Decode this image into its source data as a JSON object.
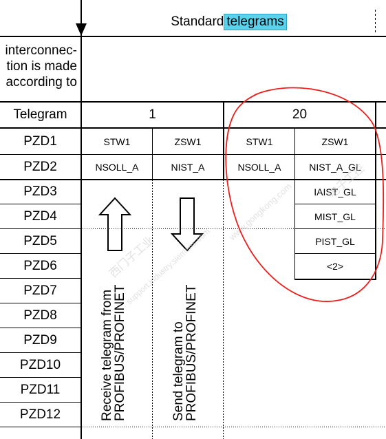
{
  "header": {
    "standard_prefix": "Standard",
    "standard_highlight": "telegrams"
  },
  "intro_lines": [
    "interconnec-",
    "tion is made",
    "according to"
  ],
  "table": {
    "telegram_label": "Telegram",
    "groups": [
      "1",
      "20"
    ],
    "rows": [
      {
        "label": "PZD1",
        "cells": [
          "STW1",
          "ZSW1",
          "STW1",
          "ZSW1"
        ]
      },
      {
        "label": "PZD2",
        "cells": [
          "NSOLL_A",
          "NIST_A",
          "NSOLL_A",
          "NIST_A_GL"
        ]
      },
      {
        "label": "PZD3",
        "cells": [
          "",
          "",
          "",
          "IAIST_GL"
        ]
      },
      {
        "label": "PZD4",
        "cells": [
          "",
          "",
          "",
          "MIST_GL"
        ]
      },
      {
        "label": "PZD5",
        "cells": [
          "",
          "",
          "",
          "PIST_GL"
        ]
      },
      {
        "label": "PZD6",
        "cells": [
          "",
          "",
          "",
          "<2>"
        ]
      },
      {
        "label": "PZD7",
        "cells": [
          "",
          "",
          "",
          ""
        ]
      },
      {
        "label": "PZD8",
        "cells": [
          "",
          "",
          "",
          ""
        ]
      },
      {
        "label": "PZD9",
        "cells": [
          "",
          "",
          "",
          ""
        ]
      },
      {
        "label": "PZD10",
        "cells": [
          "",
          "",
          "",
          ""
        ]
      },
      {
        "label": "PZD11",
        "cells": [
          "",
          "",
          "",
          ""
        ]
      },
      {
        "label": "PZD12",
        "cells": [
          "",
          "",
          "",
          ""
        ]
      }
    ]
  },
  "arrows": {
    "receive": [
      "Receive telegram from",
      "PROFIBUS/PROFINET"
    ],
    "send": [
      "Send telegram to",
      "PROFIBUS/PROFINET"
    ]
  },
  "watermark": [
    "电子工控",
    "www.gongkong.com",
    "西门子工业",
    "support.industry.siemens.com"
  ],
  "annotation_color": "#e8201e",
  "highlight_color": "#5ad2ec"
}
